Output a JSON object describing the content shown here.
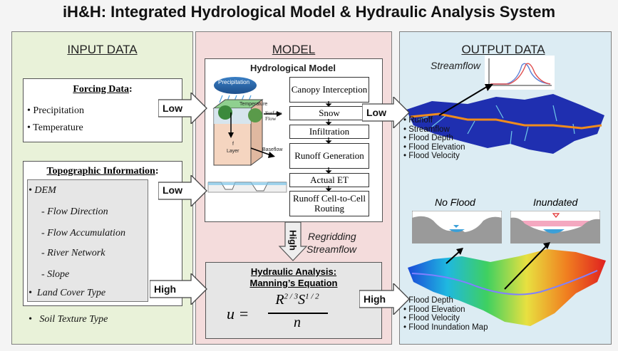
{
  "title": "iH&H: Integrated Hydrological Model &  Hydraulic Analysis System",
  "input": {
    "header": "INPUT DATA",
    "forcing": {
      "title": "Forcing Data",
      "colon": ":",
      "items": [
        "Precipitation",
        "Temperature"
      ]
    },
    "topo": {
      "title": "Topographic Information",
      "colon": ":",
      "items": [
        "DEM",
        "- Flow Direction",
        "- Flow Accumulation",
        "- River Network",
        "- Slope",
        "Land Cover Type"
      ]
    },
    "soil": "Soil Texture Type"
  },
  "model": {
    "header": "MODEL",
    "hydro_title": "Hydrological Model",
    "cube_labels": {
      "precip": "Precipitation",
      "temp": "Temperature",
      "surface": "Surface Flow",
      "layer_f": "f",
      "layer": "Layer",
      "baseflow": "Baseflow"
    },
    "steps": [
      "Canopy Interception",
      "Snow",
      "Infiltration",
      "Runoff Generation",
      "Actual ET",
      "Runoff Cell-to-Cell Routing"
    ],
    "hydraulic_title1": "Hydraulic Analysis:",
    "hydraulic_title2": "Manning’s Equation",
    "eq": {
      "lhs": "u =",
      "num_r": "R",
      "num_r_exp": "2 / 3",
      "num_s": "S",
      "num_s_exp": "1 / 2",
      "den": "n"
    },
    "regrid": [
      "Regridding",
      "Streamflow"
    ],
    "high_vertical": "High"
  },
  "arrows": {
    "low1": "Low",
    "low2": "Low",
    "low3": "Low",
    "high1": "High",
    "high2": "High"
  },
  "output": {
    "header": "OUTPUT DATA",
    "streamflow": "Streamflow",
    "list1": [
      "Runoff",
      "Streamflow",
      "Flood Depth",
      "Flood Elevation",
      "Flood Velocity"
    ],
    "no_flood": "No Flood",
    "inundated": "Inundated",
    "list2": [
      "Flood Depth",
      "Flood Elevation",
      "Flood Velocity",
      "Flood Inundation Map"
    ]
  },
  "colors": {
    "input_bg": "#e9f2d9",
    "model_bg": "#f4dcdc",
    "output_bg": "#dcecf3",
    "gray_box": "#e6e6e6",
    "river": "#f08c1c",
    "basin": "#1f2fb0"
  }
}
